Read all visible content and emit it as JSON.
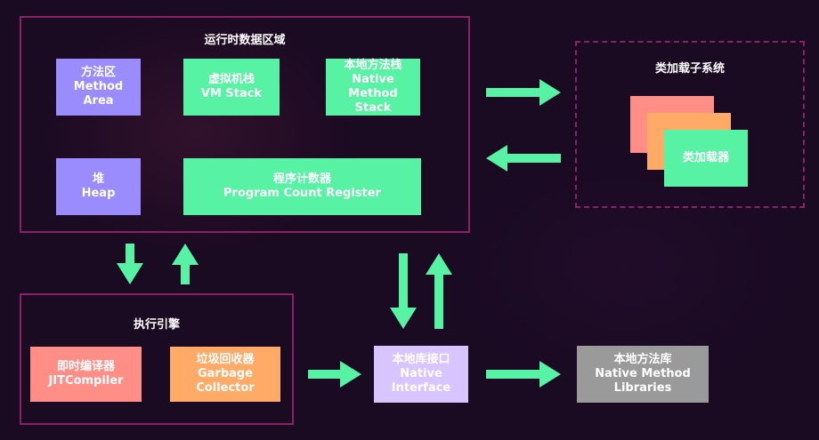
{
  "runtime": {
    "title": "运行时数据区域",
    "method_area": [
      "方法区",
      "Method",
      "Area"
    ],
    "vm_stack": [
      "虚拟机栈",
      "VM Stack"
    ],
    "native_stack": [
      "本地方法栈",
      "Native",
      "Method",
      "Stack"
    ],
    "heap": [
      "堆",
      "Heap"
    ],
    "pc_register": [
      "程序计数器",
      "Program Count Register"
    ]
  },
  "classloader": {
    "title": "类加载子系统",
    "loader": "类加载器"
  },
  "engine": {
    "title": "执行引擎",
    "jit": [
      "即时编译器",
      "JITCompiler"
    ],
    "gc": [
      "垃圾回收器",
      "Garbage",
      "Collector"
    ]
  },
  "native_interface": [
    "本地库接口",
    "Native",
    "Interface"
  ],
  "native_libraries": [
    "本地方法库",
    "Native Method",
    "Libraries"
  ],
  "colors": {
    "arrow": "#57f2a3",
    "panel_border": "#8a1f6a",
    "background": "#1a0a22"
  }
}
